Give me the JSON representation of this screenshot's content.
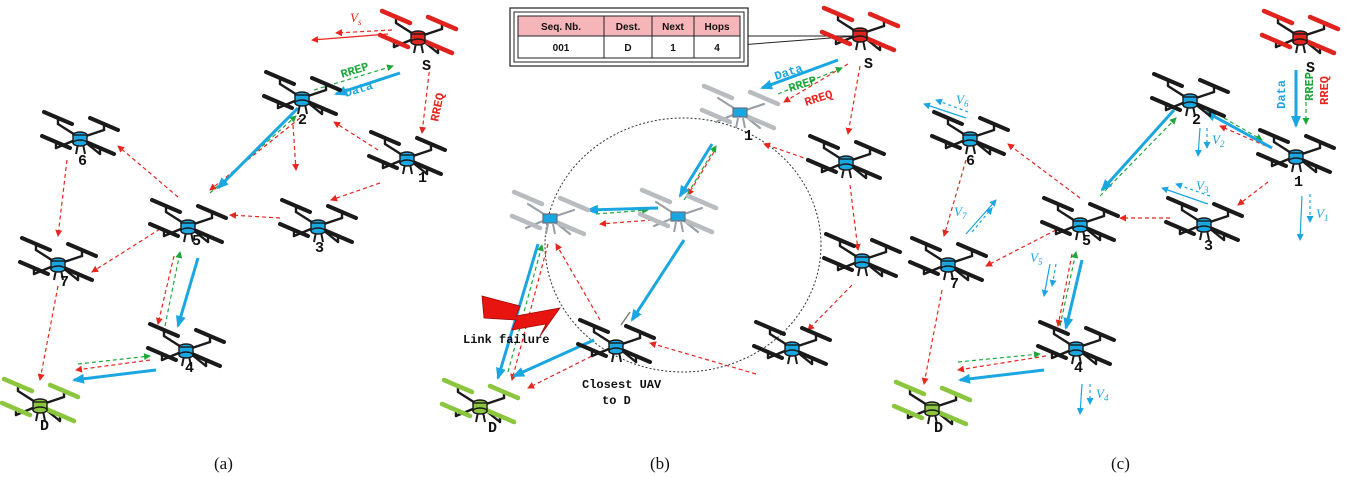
{
  "colors": {
    "rreq": "#e8261f",
    "rrep": "#1ea83b",
    "data": "#1aa6e0",
    "velocity": "#e8261f",
    "velocity_blue": "#1aa6e0",
    "uav_relay": "#1aa6e0",
    "uav_source": "#e0231e",
    "uav_dest": "#8cc63f",
    "uav_ghost": "#b8bcc0",
    "failure": "#e8140f"
  },
  "panels": [
    {
      "caption": "(a)",
      "nodes": {
        "S": "S",
        "n1": "1",
        "n2": "2",
        "n3": "3",
        "n4": "4",
        "n5": "5",
        "n6": "6",
        "n7": "7",
        "D": "D"
      },
      "tags": {
        "rrep": "RREP",
        "data": "Data",
        "rreq": "RREQ"
      },
      "velocity_label": "V",
      "velocity_sub": "s"
    },
    {
      "caption": "(b)",
      "nodes": {
        "S": "S",
        "n1": "1",
        "D": "D"
      },
      "tags": {
        "data": "Data",
        "rrep": "RREP",
        "rreq": "RREQ"
      },
      "routing_table": {
        "headers": [
          "Seq. Nb.",
          "Dest.",
          "Next",
          "Hops"
        ],
        "row": [
          "001",
          "D",
          "1",
          "4"
        ]
      },
      "link_failure": "Link failure",
      "closest_line1": "Closest UAV",
      "closest_line2": "to D"
    },
    {
      "caption": "(c)",
      "nodes": {
        "S": "S",
        "n1": "1",
        "n2": "2",
        "n3": "3",
        "n4": "4",
        "n5": "5",
        "n6": "6",
        "n7": "7",
        "D": "D"
      },
      "tags": {
        "data": "Data",
        "rrep": "RREP",
        "rreq": "RREQ"
      },
      "velocity_label": "V",
      "velocity_subs": {
        "v1": "1",
        "v2": "2",
        "v3": "3",
        "v4": "4",
        "v5": "5",
        "v6": "6",
        "v7": "7"
      }
    }
  ]
}
